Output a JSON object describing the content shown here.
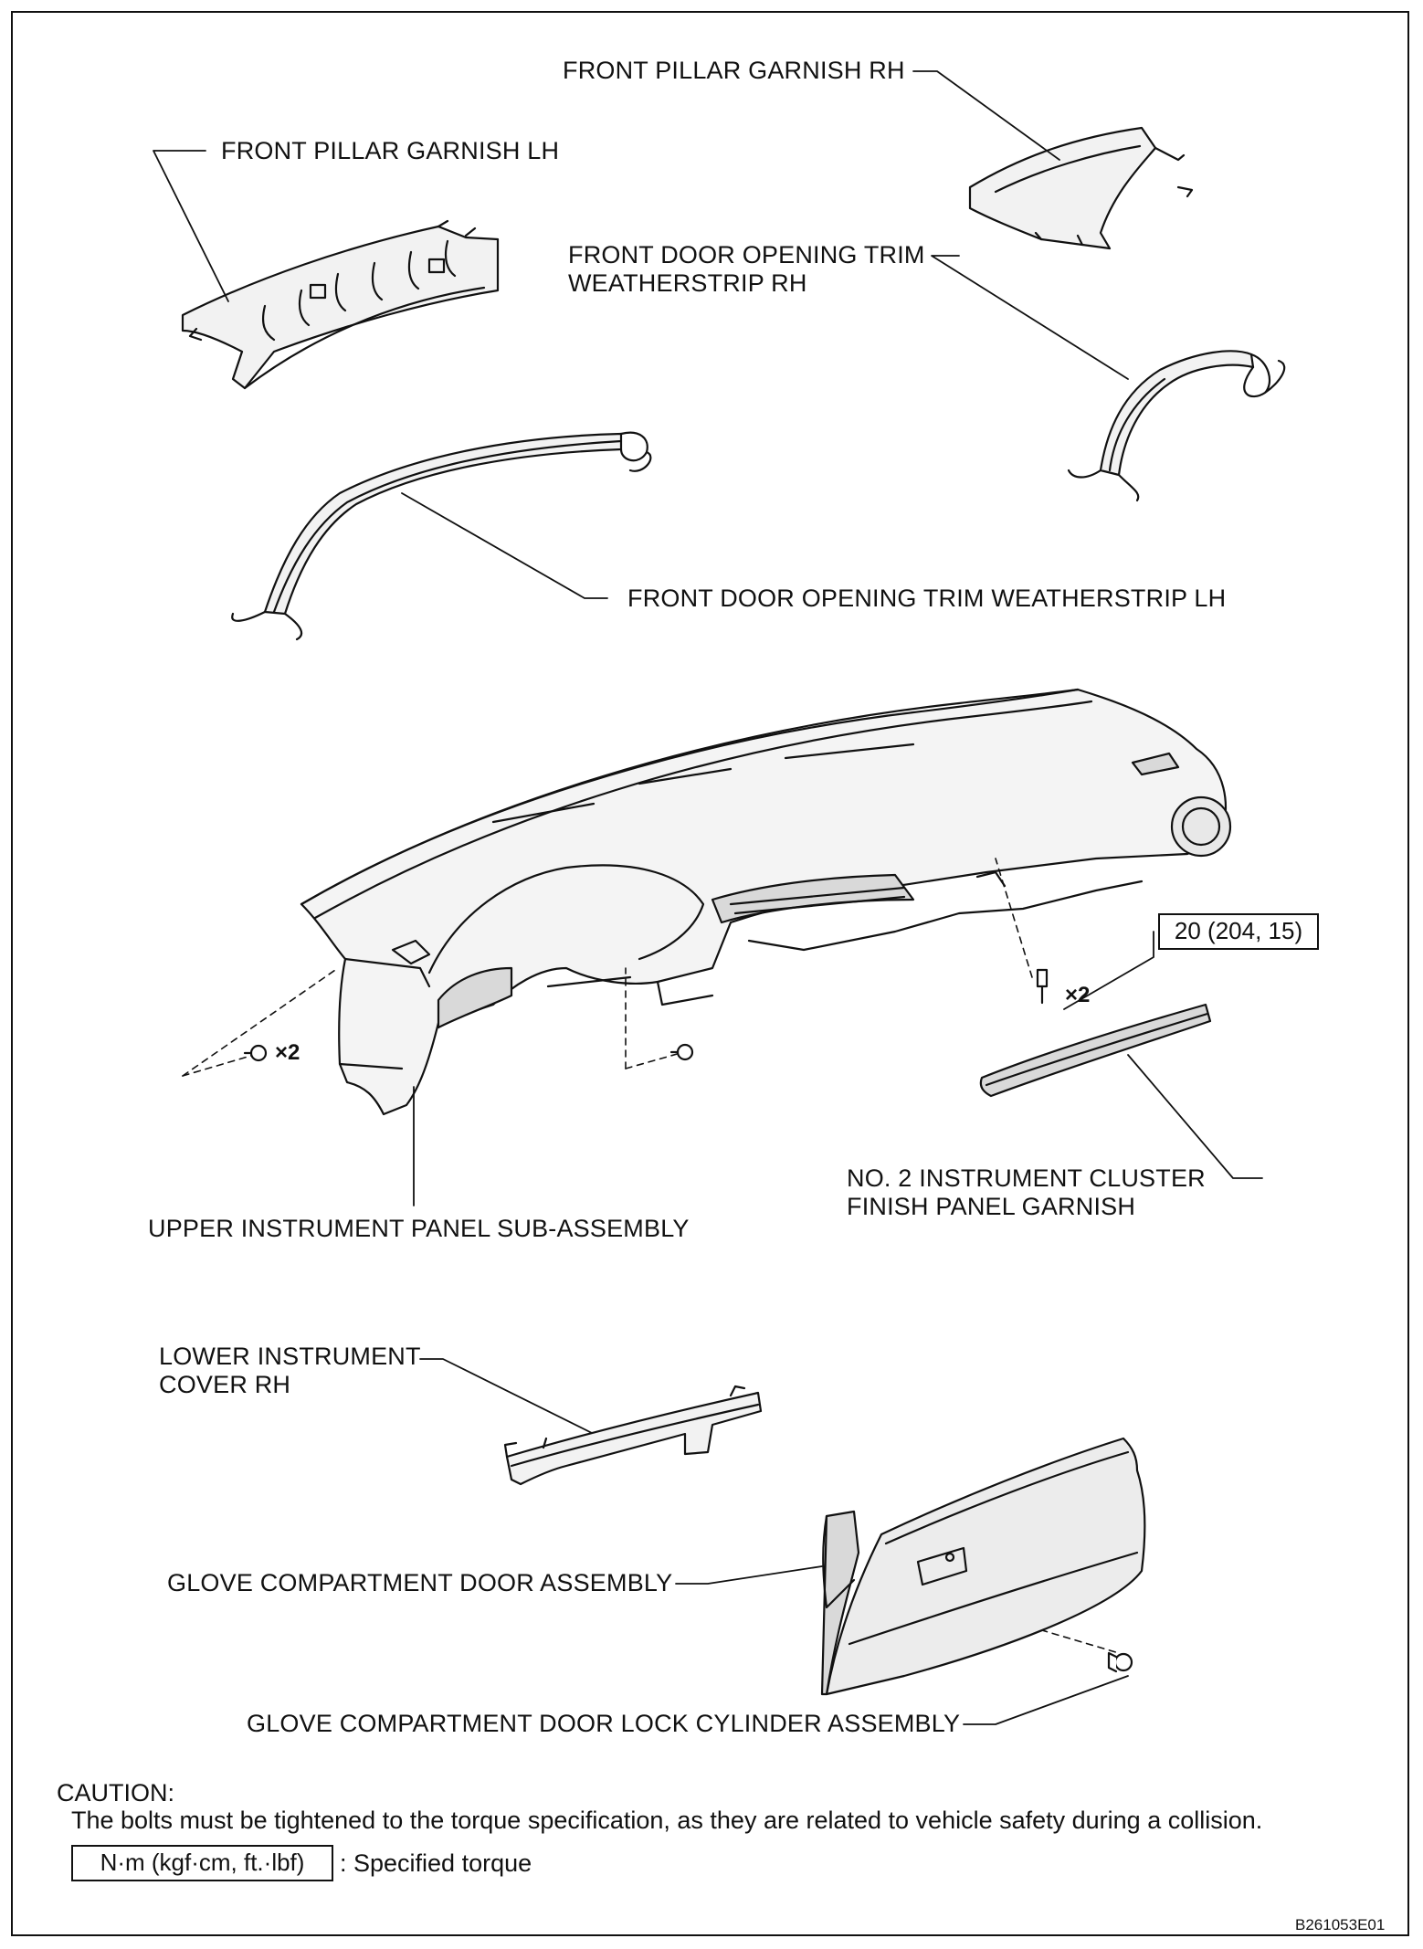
{
  "labels": {
    "front_pillar_garnish_rh": "FRONT PILLAR GARNISH RH",
    "front_pillar_garnish_lh": "FRONT PILLAR GARNISH LH",
    "door_trim_rh_line1": "FRONT DOOR OPENING TRIM",
    "door_trim_rh_line2": "WEATHERSTRIP RH",
    "door_trim_lh": "FRONT DOOR OPENING TRIM WEATHERSTRIP LH",
    "upper_panel": "UPPER INSTRUMENT PANEL SUB-ASSEMBLY",
    "cluster_garnish_line1": "NO. 2 INSTRUMENT CLUSTER",
    "cluster_garnish_line2": "FINISH PANEL GARNISH",
    "lower_cover_line1": "LOWER INSTRUMENT",
    "lower_cover_line2": "COVER RH",
    "glove_door": "GLOVE COMPARTMENT DOOR ASSEMBLY",
    "lock_cylinder": "GLOVE COMPARTMENT DOOR LOCK CYLINDER ASSEMBLY"
  },
  "torque": {
    "value": "20 (204, 15)"
  },
  "multipliers": {
    "left_bolts": "×2",
    "right_bolts": "×2"
  },
  "caution": {
    "title": "CAUTION:",
    "text": "The bolts must be tightened to the torque specification, as they are related to vehicle safety during a collision."
  },
  "legend": {
    "unit": "N·m (kgf·cm, ft.·lbf)",
    "description": ": Specified torque"
  },
  "figure_code": "B261053E01",
  "colors": {
    "ink": "#111111",
    "background": "#ffffff",
    "part_shade": "#d9d9d9"
  }
}
